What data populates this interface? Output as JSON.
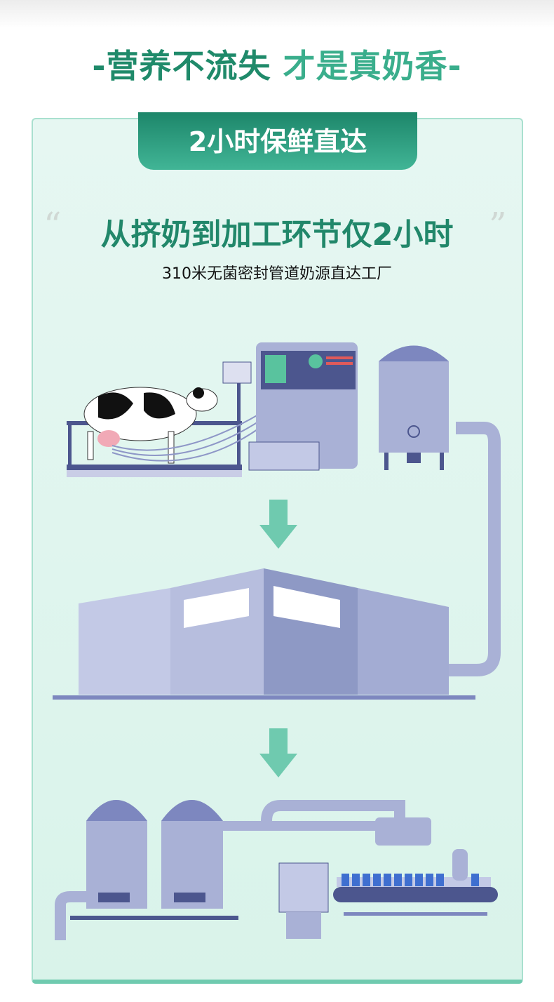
{
  "title": {
    "part1": "-营养不流失",
    "part2": "才是真奶香-"
  },
  "tab_label": "2小时保鲜直达",
  "headline": "从挤奶到加工环节仅2小时",
  "quote_open": "“",
  "quote_close": "”",
  "subtitle": "310米无菌密封管道奶源直达工厂",
  "colors": {
    "primary": "#1f8a6a",
    "accent": "#3aae8c",
    "panel": "#e3f6f0",
    "machine": "#a9b1d6",
    "arrow": "#6fcaaf"
  }
}
